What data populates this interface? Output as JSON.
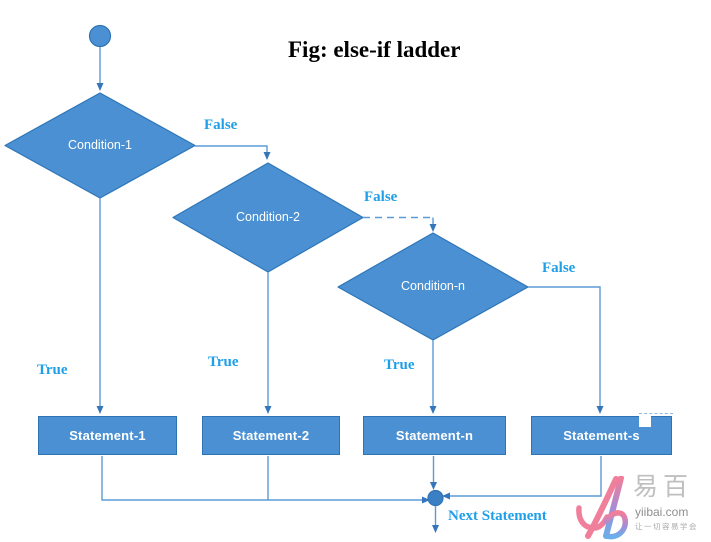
{
  "title": "Fig: else-if ladder",
  "flowchart": {
    "type": "flowchart",
    "conditions": [
      {
        "label": "Condition-1"
      },
      {
        "label": "Condition-2"
      },
      {
        "label": "Condition-n"
      }
    ],
    "statements": [
      {
        "label": "Statement-1"
      },
      {
        "label": "Statement-2"
      },
      {
        "label": "Statement-n"
      },
      {
        "label": "Statement-s"
      }
    ],
    "edge_labels": {
      "false_1": "False",
      "false_2": "False",
      "false_n": "False",
      "true_1": "True",
      "true_2": "True",
      "true_n": "True",
      "next": "Next Statement"
    },
    "colors": {
      "node_fill": "#4a90d2",
      "node_border": "#2e74b5",
      "connector": "#5b9bd5",
      "arrowhead": "#3576bb",
      "edge_label": "#1f9fe8",
      "title": "#000000"
    }
  },
  "watermark": {
    "brand": "易百",
    "domain": "yiibai.com",
    "slogan": "让一切容易学会"
  }
}
